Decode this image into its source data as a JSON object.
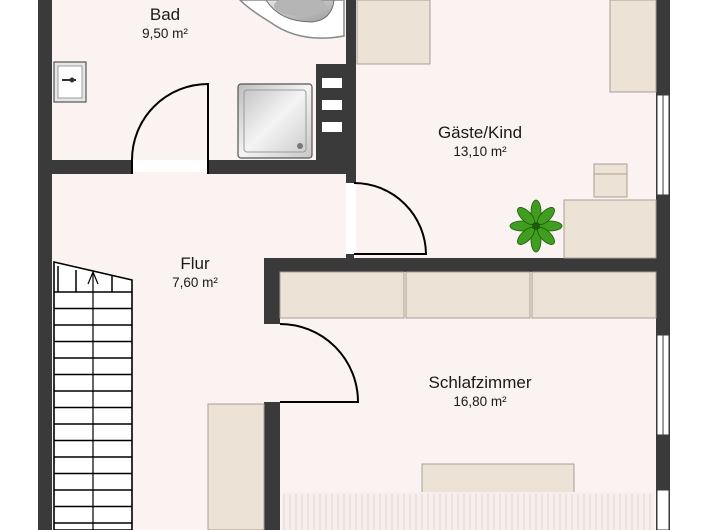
{
  "rooms": {
    "bad": {
      "name": "Bad",
      "area": "9,50 m²"
    },
    "gaeste_kind": {
      "name": "Gäste/Kind",
      "area": "13,10 m²"
    },
    "flur": {
      "name": "Flur",
      "area": "7,60 m²"
    },
    "schlafzimmer": {
      "name": "Schlafzimmer",
      "area": "16,80 m²"
    }
  },
  "colors": {
    "wall": "#3a3a3a",
    "floor": "#faf3f1",
    "cabinet": "#ece3d6",
    "cabinet_edge": "#a99f92",
    "fixture": "#cfcfcf",
    "plant": "#3f9d1f"
  },
  "icons": [
    "washbasin-icon",
    "bathtub-icon",
    "shower-icon",
    "plant-icon",
    "staircase-icon"
  ]
}
